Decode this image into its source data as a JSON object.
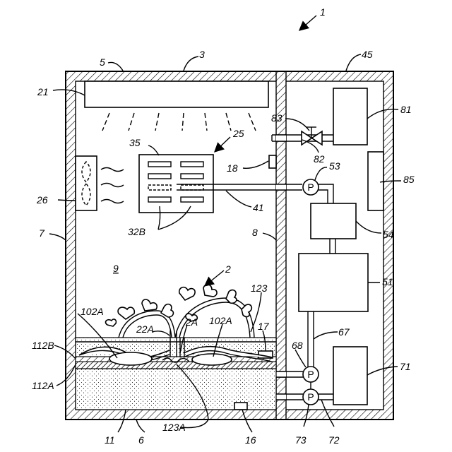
{
  "labels": {
    "fig": "1",
    "ceiling": "5",
    "housing": "3",
    "aux_housing": "45",
    "light": "21",
    "tank_box": "81",
    "valve": "83",
    "pipe_valve": "82",
    "control_unit": "25",
    "panel": "35",
    "sensor": "18",
    "pump_top": "53",
    "side_panel": "85",
    "fan": "26",
    "tube": "41",
    "left_wall": "7",
    "partition": "8",
    "holes": "32B",
    "filter": "54",
    "chamber": "9",
    "plants": "2",
    "big_box": "51",
    "tray": "123",
    "pod_left": "102A",
    "stem": "22A",
    "root": "2A",
    "pod_right": "102A",
    "tray_sensor": "17",
    "pipe_line": "67",
    "pump_mid": "68",
    "layer_b": "112B",
    "tank_right": "71",
    "layer_a": "112A",
    "reservoir": "11",
    "bottom": "6",
    "lower_mat": "123A",
    "floor_sensor": "16",
    "pump_low": "73",
    "drain_pipe": "72"
  },
  "pump_letter": "P"
}
